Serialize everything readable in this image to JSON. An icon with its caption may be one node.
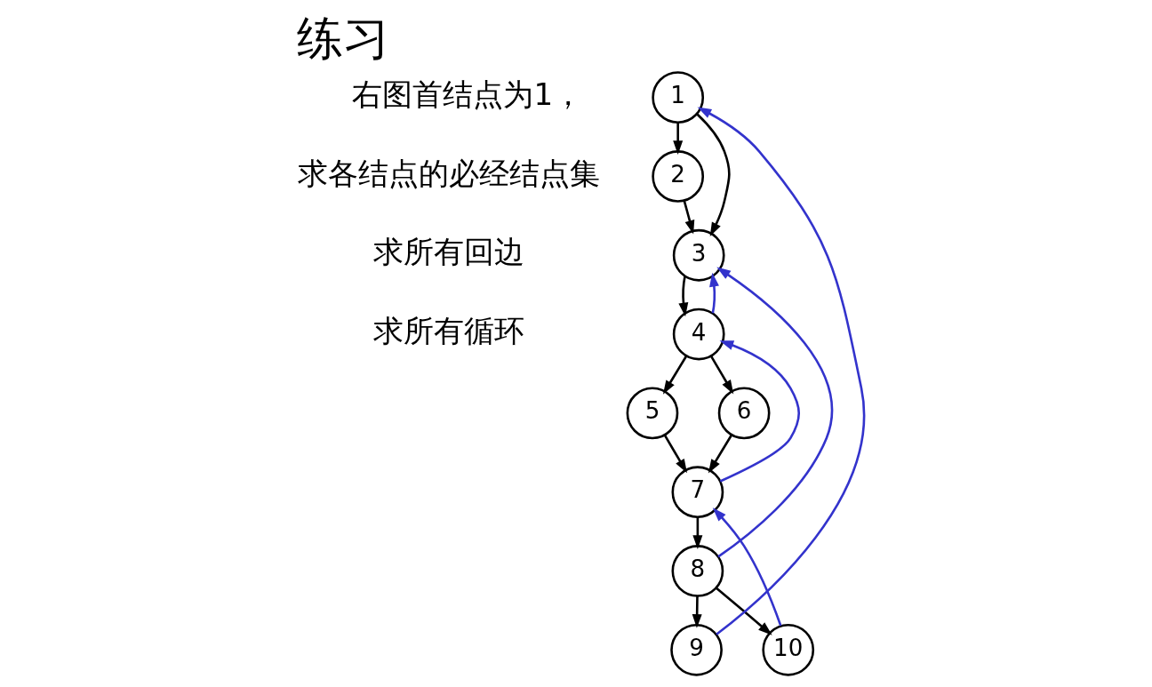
{
  "diagram": {
    "title": "练习",
    "nodes": [
      {
        "text": [
          "1"
        ]
      },
      {
        "text": [
          "2"
        ]
      },
      {
        "text": [
          "3"
        ]
      },
      {
        "text": [
          "4"
        ]
      },
      {
        "text": [
          "5"
        ]
      },
      {
        "text": [
          "6"
        ]
      },
      {
        "text": [
          "7"
        ]
      },
      {
        "text": [
          "8"
        ]
      },
      {
        "text": [
          "9"
        ]
      },
      {
        "text": [
          "10"
        ]
      }
    ],
    "edges": [
      {
        "from": 0,
        "to": 1,
        "arrow": "to"
      },
      {
        "from": 0,
        "to": 2,
        "arrow": "to"
      },
      {
        "from": 1,
        "to": 2,
        "arrow": "to"
      },
      {
        "from": 2,
        "to": 3,
        "arrow": "to"
      },
      {
        "from": 3,
        "to": 2,
        "arrow": "to",
        "color": "#3333cc"
      },
      {
        "from": 3,
        "to": 4,
        "arrow": "to"
      },
      {
        "from": 3,
        "to": 5,
        "arrow": "to"
      },
      {
        "from": 4,
        "to": 6,
        "arrow": "to"
      },
      {
        "from": 5,
        "to": 6,
        "arrow": "to"
      },
      {
        "from": 6,
        "to": 3,
        "arrow": "to",
        "color": "#3333cc"
      },
      {
        "from": 6,
        "to": 7,
        "arrow": "to"
      },
      {
        "from": 7,
        "to": 8,
        "arrow": "to"
      },
      {
        "from": 7,
        "to": 9,
        "arrow": "to"
      },
      {
        "from": 9,
        "to": 6,
        "arrow": "to",
        "color": "#3333cc"
      },
      {
        "from": 8,
        "to": 0,
        "arrow": "to",
        "color": "#3333cc"
      },
      {
        "from": 7,
        "to": 2,
        "arrow": "to",
        "color": "#3333cc"
      }
    ],
    "labels": [
      "右图首结点为1，",
      "求各结点的必经结点集",
      "求所有回边",
      "求所有循环"
    ]
  }
}
